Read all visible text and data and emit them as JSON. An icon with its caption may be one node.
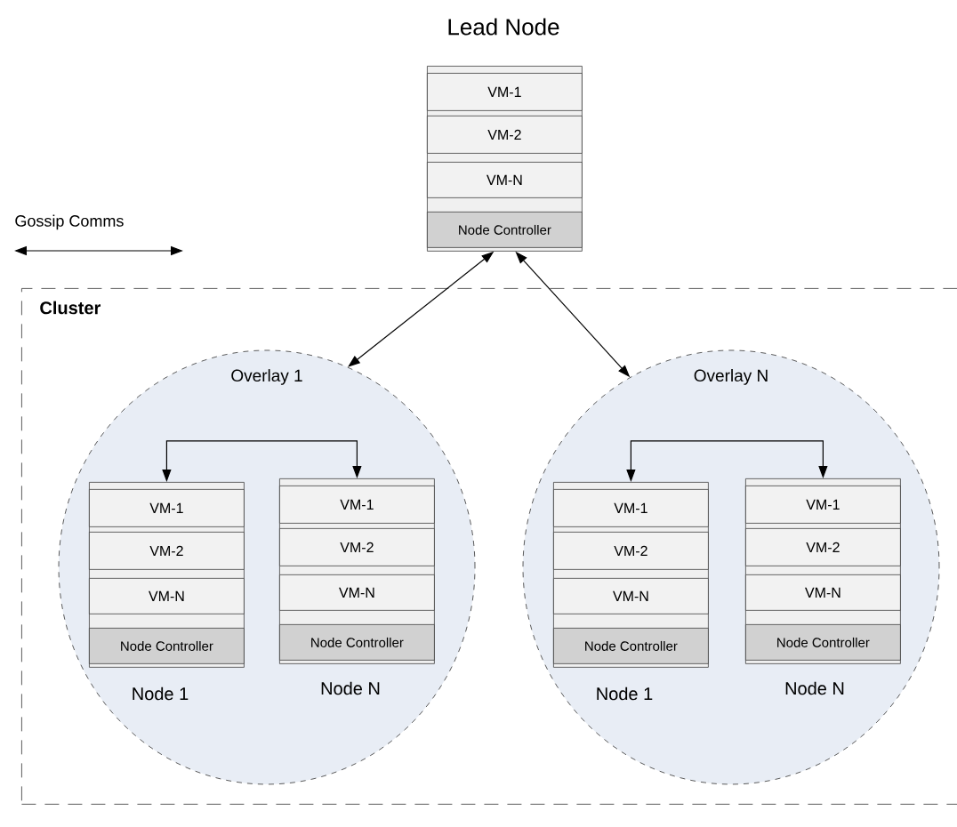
{
  "diagram": {
    "nodes": [
      {
        "text": [
          "Lead Node"
        ]
      },
      {
        "text": [
          "VM-1"
        ],
        "in": 0
      },
      {
        "text": [
          "VM-2"
        ],
        "in": 0
      },
      {
        "text": [
          "VM-N"
        ],
        "in": 0
      },
      {
        "text": [
          "Node Controller"
        ],
        "in": 0
      },
      {
        "text": [
          "Cluster"
        ]
      },
      {
        "text": [
          "Overlay 1"
        ],
        "in": 5
      },
      {
        "text": [
          "Node 1"
        ],
        "in": 6
      },
      {
        "text": [
          "VM-1"
        ],
        "in": 7
      },
      {
        "text": [
          "VM-2"
        ],
        "in": 7
      },
      {
        "text": [
          "VM-N"
        ],
        "in": 7
      },
      {
        "text": [
          "Node Controller"
        ],
        "in": 7
      },
      {
        "text": [
          "Node N"
        ],
        "in": 6
      },
      {
        "text": [
          "VM-1"
        ],
        "in": 12
      },
      {
        "text": [
          "VM-2"
        ],
        "in": 12
      },
      {
        "text": [
          "VM-N"
        ],
        "in": 12
      },
      {
        "text": [
          "Node Controller"
        ],
        "in": 12
      },
      {
        "text": [
          "Overlay N"
        ],
        "in": 5
      },
      {
        "text": [
          "Node 1"
        ],
        "in": 17
      },
      {
        "text": [
          "VM-1"
        ],
        "in": 18
      },
      {
        "text": [
          "VM-2"
        ],
        "in": 18
      },
      {
        "text": [
          "VM-N"
        ],
        "in": 18
      },
      {
        "text": [
          "Node Controller"
        ],
        "in": 18
      },
      {
        "text": [
          "Node N"
        ],
        "in": 17
      },
      {
        "text": [
          "VM-1"
        ],
        "in": 23
      },
      {
        "text": [
          "VM-2"
        ],
        "in": 23
      },
      {
        "text": [
          "VM-N"
        ],
        "in": 23
      },
      {
        "text": [
          "Node Controller"
        ],
        "in": 23
      }
    ],
    "edges": [
      {
        "from": 0,
        "to": 6,
        "arrow": "both"
      },
      {
        "from": 0,
        "to": 17,
        "arrow": "both"
      },
      {
        "from": 7,
        "to": 12,
        "arrow": "both"
      },
      {
        "from": 18,
        "to": 23,
        "arrow": "both"
      }
    ],
    "legend": [
      {
        "text": "Gossip Comms"
      }
    ]
  }
}
